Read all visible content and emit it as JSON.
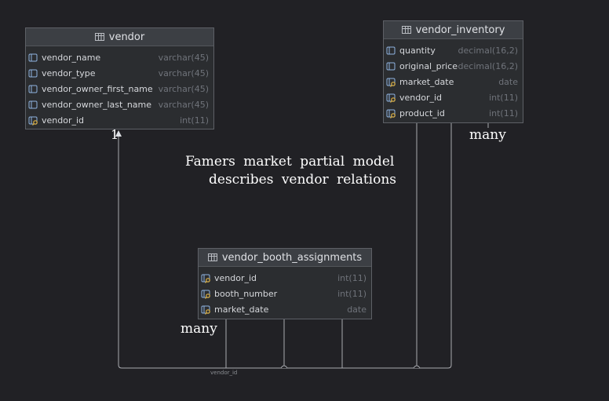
{
  "tables": {
    "vendor": {
      "title": "vendor",
      "columns": [
        {
          "name": "vendor_name",
          "type": "varchar(45)",
          "icon": "column-icon"
        },
        {
          "name": "vendor_type",
          "type": "varchar(45)",
          "icon": "column-icon"
        },
        {
          "name": "vendor_owner_first_name",
          "type": "varchar(45)",
          "icon": "column-icon"
        },
        {
          "name": "vendor_owner_last_name",
          "type": "varchar(45)",
          "icon": "column-icon"
        },
        {
          "name": "vendor_id",
          "type": "int(11)",
          "icon": "primary-key-icon"
        }
      ]
    },
    "vendor_inventory": {
      "title": "vendor_inventory",
      "columns": [
        {
          "name": "quantity",
          "type": "decimal(16,2)",
          "icon": "column-icon"
        },
        {
          "name": "original_price",
          "type": "decimal(16,2)",
          "icon": "column-icon"
        },
        {
          "name": "market_date",
          "type": "date",
          "icon": "primary-key-icon"
        },
        {
          "name": "vendor_id",
          "type": "int(11)",
          "icon": "primary-key-icon"
        },
        {
          "name": "product_id",
          "type": "int(11)",
          "icon": "primary-key-icon"
        }
      ]
    },
    "vendor_booth_assignments": {
      "title": "vendor_booth_assignments",
      "columns": [
        {
          "name": "vendor_id",
          "type": "int(11)",
          "icon": "primary-key-icon"
        },
        {
          "name": "booth_number",
          "type": "int(11)",
          "icon": "primary-key-icon"
        },
        {
          "name": "market_date",
          "type": "date",
          "icon": "primary-key-icon"
        }
      ]
    }
  },
  "annotations": {
    "caption_line1": "Famers market partial model",
    "caption_line2": "describes vendor relations",
    "one_label": "1",
    "many_inventory": "many",
    "many_booth": "many",
    "edge_label": "vendor_id"
  },
  "colors": {
    "background": "#212125",
    "table_bg": "#2b2d30",
    "edge": "#a9abb0",
    "key_icon": "#e0b343",
    "column_icon": "#8fb3e0"
  }
}
